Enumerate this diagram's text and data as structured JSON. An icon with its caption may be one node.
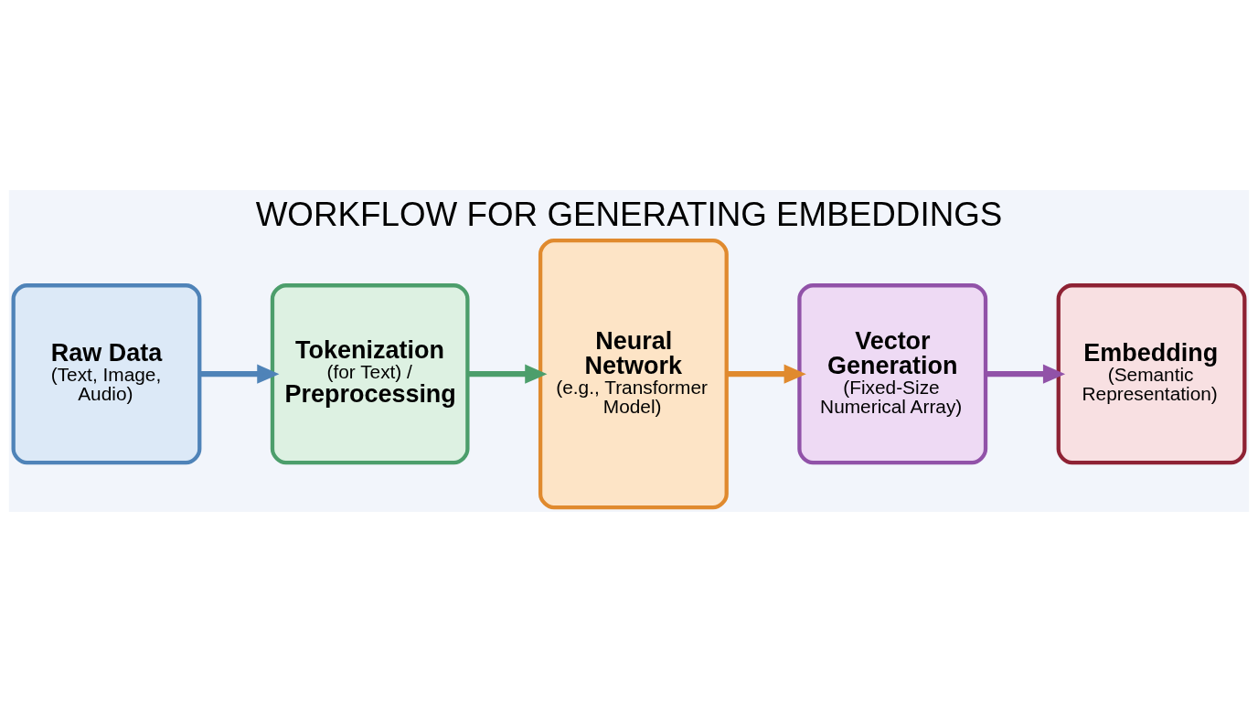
{
  "diagram": {
    "title": "WORKFLOW FOR GENERATING EMBEDDINGS",
    "nodes": [
      {
        "text": [
          "Raw Data",
          "(Text, Image, Audio)"
        ]
      },
      {
        "text": [
          "Tokenization",
          "(for Text) /",
          "Preprocessing"
        ]
      },
      {
        "text": [
          "Neural Network",
          "(e.g., Transformer Model)"
        ]
      },
      {
        "text": [
          "Vector Generation",
          "(Fixed-Size Numerical Array)"
        ]
      },
      {
        "text": [
          "Embedding",
          "(Semantic Representation)"
        ]
      }
    ],
    "edges": [
      {
        "from": 0,
        "to": 1,
        "arrow": "to",
        "color": "#4f83b8"
      },
      {
        "from": 1,
        "to": 2,
        "arrow": "to",
        "color": "#4c9e6b"
      },
      {
        "from": 2,
        "to": 3,
        "arrow": "to",
        "color": "#e08a2e"
      },
      {
        "from": 3,
        "to": 4,
        "arrow": "to",
        "color": "#9152a8"
      }
    ]
  }
}
